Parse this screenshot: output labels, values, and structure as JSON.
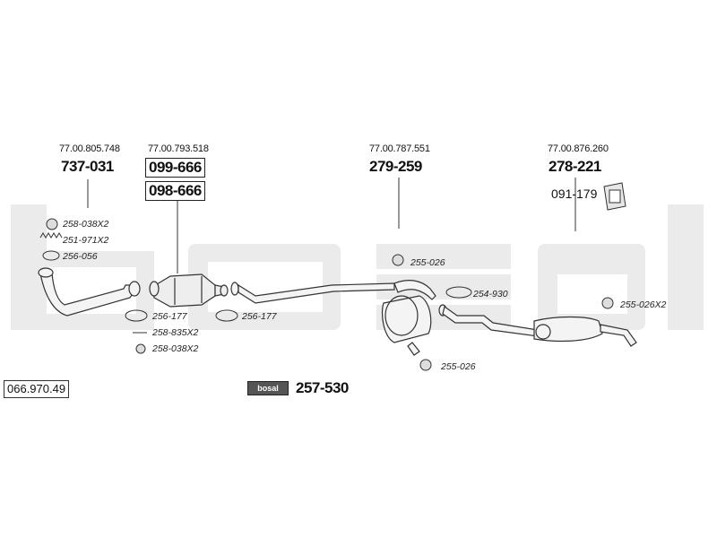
{
  "watermark": "bosal",
  "catalog_number": "066.970.49",
  "groups": [
    {
      "oe": "77.00.805.748",
      "part": "737-031"
    },
    {
      "oe": "77.00.793.518",
      "parts": [
        "099-666",
        "098-666"
      ]
    },
    {
      "oe": "77.00.787.551",
      "part": "279-259"
    },
    {
      "oe": "77.00.876.260",
      "part": "278-221",
      "extra": "091-179"
    }
  ],
  "accessories": {
    "gasket_1": "258-038X2",
    "spring": "251-971X2",
    "ring": "256-056",
    "cat_gasket_left": "256-177",
    "cat_gasket_right": "256-177",
    "bolt": "258-835X2",
    "nut": "258-038X2",
    "mount_mid_top": "255-026",
    "mount_mid_bottom": "255-026",
    "clamp": "254-930",
    "mount_rear": "255-026X2"
  },
  "kit": {
    "logo": "bosal",
    "part": "257-530"
  }
}
